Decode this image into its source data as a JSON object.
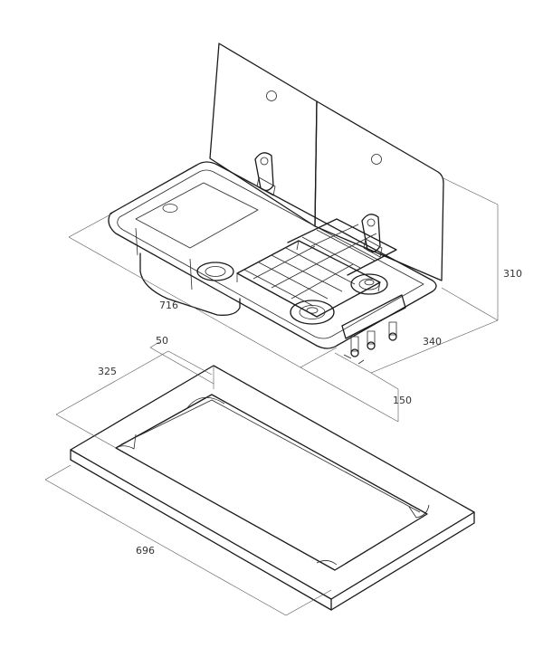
{
  "dimensions": {
    "upper_width": "716",
    "upper_height": "310",
    "upper_depth": "340",
    "upper_below": "150",
    "cutout_offset": "50",
    "cutout_depth": "325",
    "cutout_width": "696"
  },
  "colors": {
    "line": "#1a1a1a",
    "dimension": "#555555",
    "background": "#ffffff"
  }
}
